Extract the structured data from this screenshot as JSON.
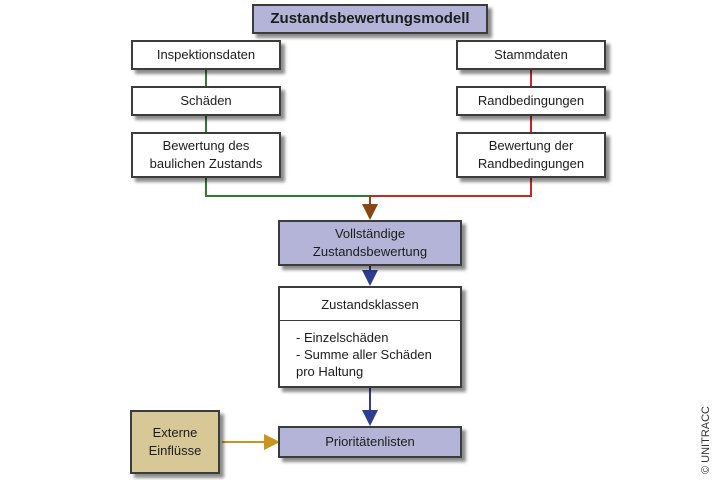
{
  "title": "Zustandsbewertungsmodell",
  "left_column": {
    "inspection": "Inspektionsdaten",
    "damages": "Schäden",
    "assessment": "Bewertung des\nbaulichen Zustands"
  },
  "right_column": {
    "master_data": "Stammdaten",
    "boundary": "Randbedingungen",
    "assessment": "Bewertung der\nRandbedingungen"
  },
  "complete_assessment": "Vollständige\nZustandsbewertung",
  "condition_classes": {
    "header": "Zustandsklassen",
    "items": [
      "- Einzelschäden",
      "- Summe aller Schäden\n  pro Haltung"
    ]
  },
  "external": "Externe\nEinflüsse",
  "priority_lists": "Prioritätenlisten",
  "copyright": "© UNITRACC",
  "colors": {
    "left_line": "#2e7d32",
    "right_line": "#c62828",
    "flow_line": "#2e3d8f",
    "external_line": "#c8961e",
    "highlight": "#b4b4d8",
    "external_fill": "#d8c898"
  }
}
